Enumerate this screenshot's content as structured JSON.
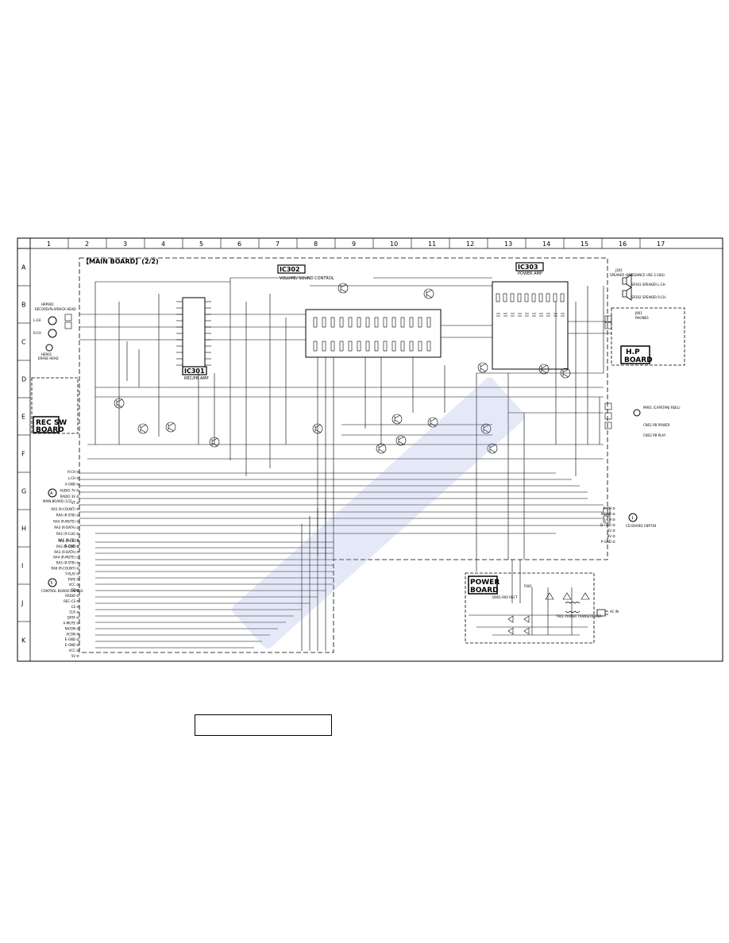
{
  "grid": {
    "columns": [
      "1",
      "2",
      "3",
      "4",
      "5",
      "6",
      "7",
      "8",
      "9",
      "10",
      "11",
      "12",
      "13",
      "14",
      "15",
      "16",
      "17"
    ],
    "rows": [
      "A",
      "B",
      "C",
      "D",
      "E",
      "F",
      "G",
      "H",
      "I",
      "J",
      "K"
    ]
  },
  "boards": {
    "main": "【MAIN BOARD】(2/2)",
    "rec_sw_1": "REC SW",
    "rec_sw_2": "BOARD",
    "hp_1": "H.P",
    "hp_2": "BOARD",
    "power_1": "POWER",
    "power_2": "BOARD"
  },
  "ics": {
    "ic301": "IC301",
    "ic301_desc": "REC/PB AMP",
    "ic302": "IC302",
    "ic302_desc": "VOLUME/ SOUND CONTROL",
    "ic303": "IC303",
    "ic303_desc": "POWER AMP"
  },
  "head": {
    "ref": "HRP901",
    "desc": "RECORD/PLAYBACK HEAD",
    "l_ch": "L-CH",
    "r_ch": "R-CH",
    "erase_ref": "HE901",
    "erase_desc": "ERASE HEAD"
  },
  "speakers": {
    "jack": "J301",
    "jack_desc": "SPEAKER (IMPEDANCE USE 3-16Ω)",
    "sp1": "SP301 SPEAKER L-CH",
    "sp2": "SP302 SPEAKER R-CH",
    "phones_ref": "J901",
    "phones": "PHONES"
  },
  "connectors": {
    "main_ref": "A",
    "main_label": "MAIN BOARD (1/2)",
    "main_pins": [
      "R-CH",
      "L-CH",
      "A-GND",
      "AUDIO 7V",
      "RADIO 3V",
      "VT",
      "RA5 (R-COUNT)",
      "RA6 (R-STB)",
      "RA4 (R-MUTE)",
      "RA3 (R-DATA)",
      "RA2 (R-CLK)",
      "RA1 (R-CE)",
      "D-GND"
    ],
    "control_ref": "3",
    "control_label": "CONTROL BOARD CNP803",
    "control_pins": [
      "RA1 (R-CE)",
      "RA2 (R-CLK)",
      "RA3 (R-DATA)",
      "RA4 (R-MUTE)",
      "RA5 (R-STB)",
      "RA6 (R-COUNT)",
      "T-PLAY",
      "TAPE",
      "VCC",
      "CD",
      "RADIO",
      "REC-CS",
      "CE",
      "CLK",
      "DATA",
      "A-MUTE",
      "NV/ON",
      "ACON",
      "E-GND",
      "E-GND",
      "VCC",
      "5V"
    ],
    "cd_ref": "1",
    "cd_label": "CD BOARD CNP704",
    "cd_pins": [
      "R-CH",
      "A-GND",
      "L-CH",
      "D-GND",
      "5V",
      "8V",
      "P-GND"
    ]
  },
  "motors": {
    "m901": "M901 (CAPSTAN/ REEL)",
    "pb_power": "CNS1 PB POWER",
    "pb_play": "CNS2 PB PLAY"
  },
  "power": {
    "ac_in": "AC IN",
    "rect": "D901-904 RECT",
    "transformer": "T901 POWER TRANSFORMER",
    "fuse": "F901"
  },
  "caption": ""
}
